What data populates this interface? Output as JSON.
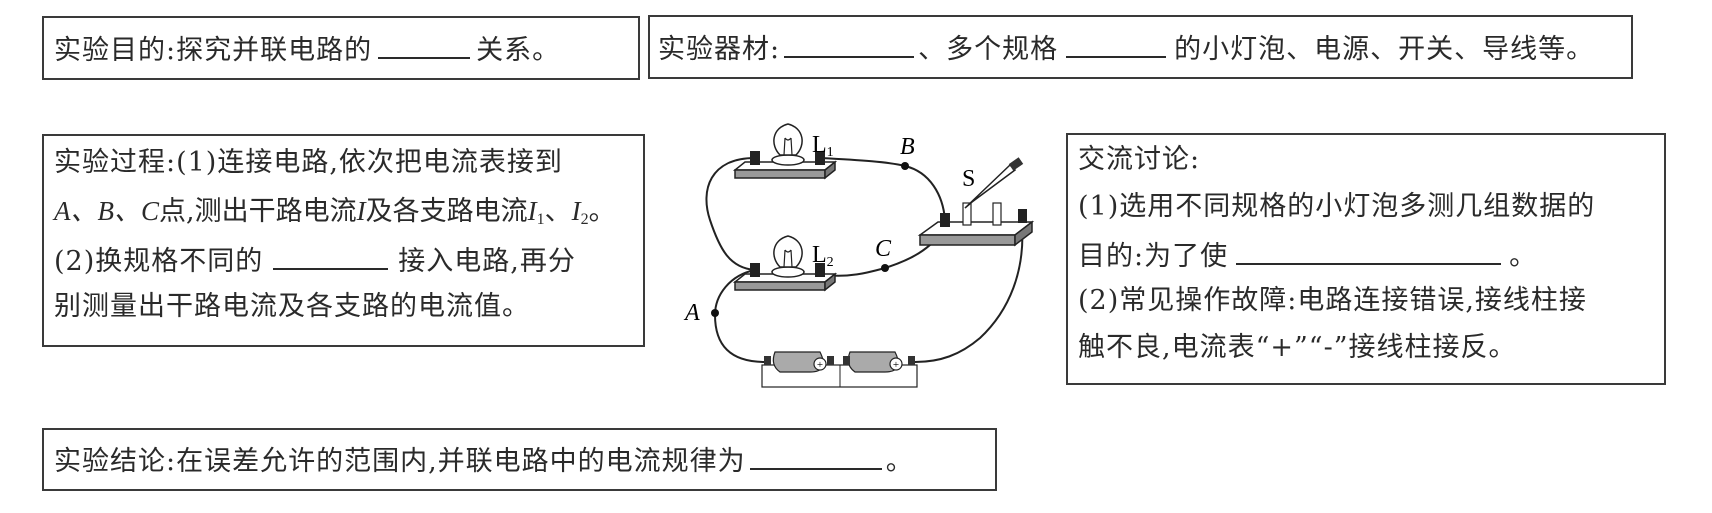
{
  "purpose": {
    "prefix": "实验目的:探究并联电路的",
    "suffix": "关系。"
  },
  "materials": {
    "prefix": "实验器材:",
    "middle": "、多个规格",
    "suffix": "的小灯泡、电源、开关、导线等。"
  },
  "procedure": {
    "line1": "实验过程:(1)连接电路,依次把电流表接到",
    "line2_points": "A、B、C",
    "line2_text": "点,测出干路电流",
    "line2_I": "I",
    "line2_mid": "及各支路电流",
    "line2_I1": "I",
    "line2_I1_sub": "1",
    "line2_sep": "、",
    "line2_I2": "I",
    "line2_I2_sub": "2",
    "line2_end": "。",
    "line3_prefix": "(2)换规格不同的",
    "line3_suffix": "接入电路,再分",
    "line4": "别测量出干路电流及各支路的电流值。"
  },
  "diagram": {
    "lamp1_label": "L",
    "lamp1_sub": "1",
    "lamp2_label": "L",
    "lamp2_sub": "2",
    "point_a": "A",
    "point_b": "B",
    "point_c": "C",
    "switch_label": "S",
    "battery_plus": "+"
  },
  "discussion": {
    "title": "交流讨论:",
    "q1_line1": "(1)选用不同规格的小灯泡多测几组数据的",
    "q1_line2_prefix": "目的:为了使",
    "q1_line2_suffix": "。",
    "q2_line1": "(2)常见操作故障:电路连接错误,接线柱接",
    "q2_line2": "触不良,电流表“+”“-”接线柱接反。"
  },
  "conclusion": {
    "prefix": "实验结论:在误差允许的范围内,并联电路中的电流规律为",
    "suffix": "。"
  }
}
